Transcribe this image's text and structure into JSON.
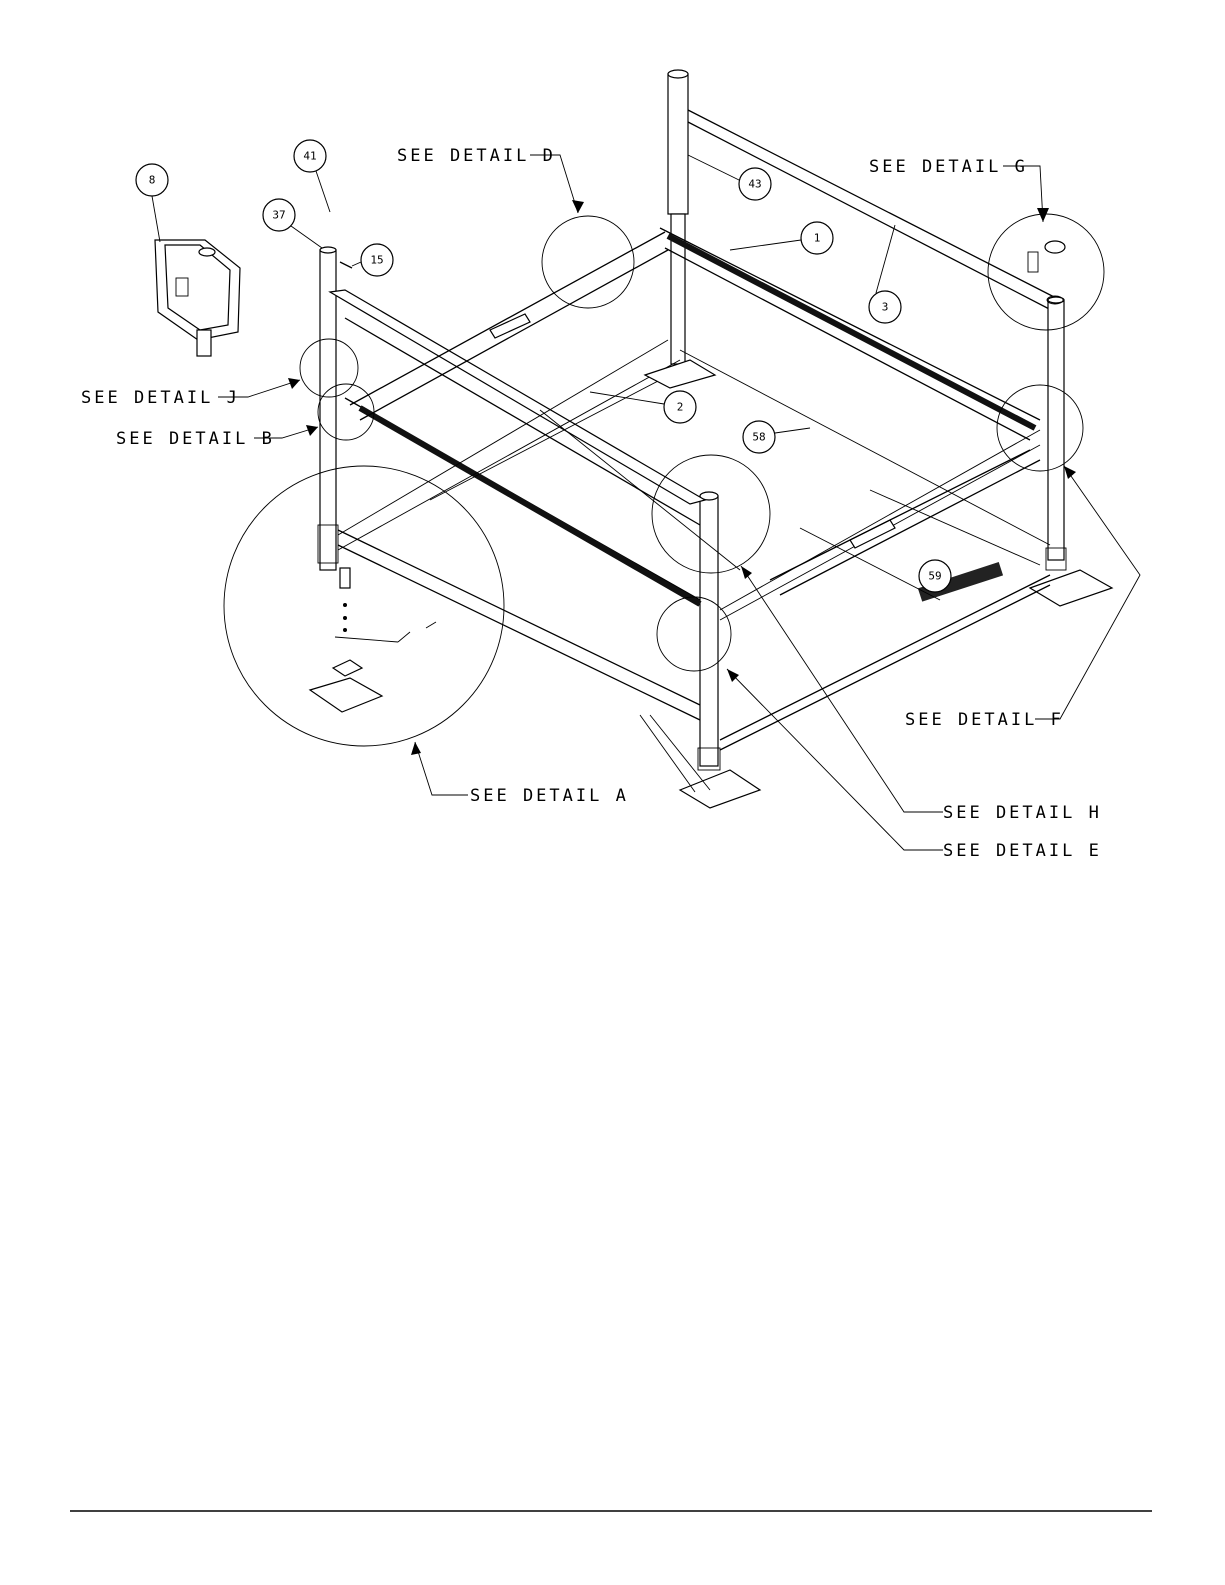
{
  "callouts": {
    "detail_a": "SEE DETAIL  A",
    "detail_b": "SEE DETAIL  B",
    "detail_d": "SEE DETAIL  D",
    "detail_e": "SEE DETAIL  E",
    "detail_f": "SEE DETAIL F",
    "detail_g": "SEE DETAIL  G",
    "detail_h": "SEE DETAIL  H",
    "detail_j": "SEE DETAIL  J"
  },
  "balloons": {
    "b1": "1",
    "b2": "2",
    "b3": "3",
    "b8": "8",
    "b15": "15",
    "b37": "37",
    "b41": "41",
    "b43": "43",
    "b58": "58",
    "b59": "59"
  },
  "colors": {
    "line": "#000000",
    "background": "#ffffff"
  }
}
